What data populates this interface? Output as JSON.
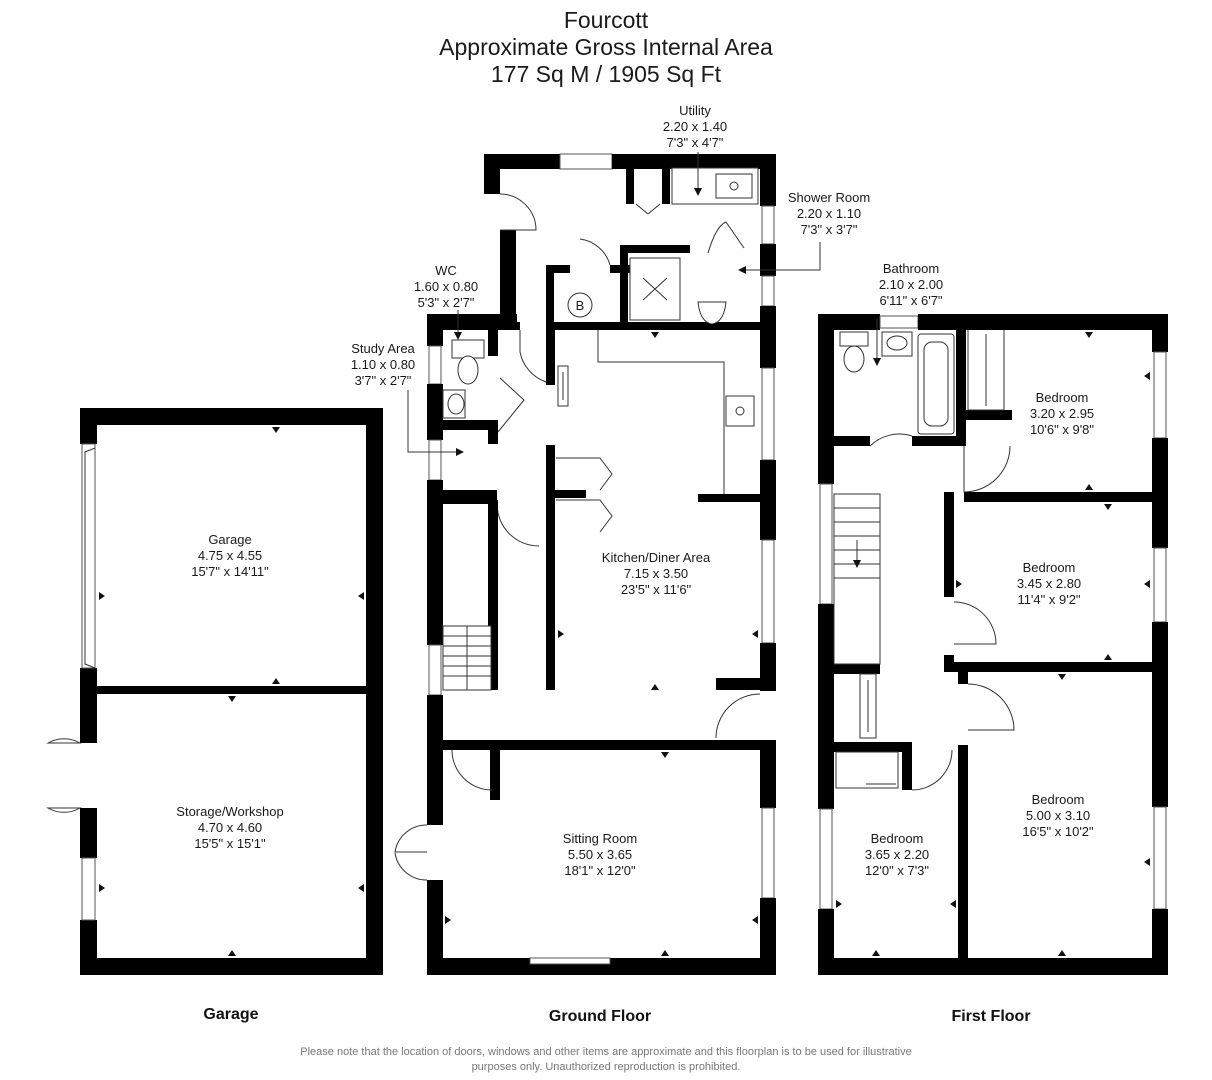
{
  "title": {
    "line1": "Fourcott",
    "line2": "Approximate Gross Internal Area",
    "line3": "177 Sq M / 1905 Sq Ft"
  },
  "rooms": {
    "garage": {
      "name": "Garage",
      "metric": "4.75 x 4.55",
      "imperial": "15'7\" x 14'11\""
    },
    "storage": {
      "name": "Storage/Workshop",
      "metric": "4.70 x 4.60",
      "imperial": "15'5\" x 15'1\""
    },
    "utility": {
      "name": "Utility",
      "metric": "2.20 x 1.40",
      "imperial": "7'3\" x 4'7\""
    },
    "shower": {
      "name": "Shower Room",
      "metric": "2.20 x 1.10",
      "imperial": "7'3\" x 3'7\""
    },
    "wc": {
      "name": "WC",
      "metric": "1.60 x 0.80",
      "imperial": "5'3\" x 2'7\""
    },
    "study": {
      "name": "Study Area",
      "metric": "1.10 x 0.80",
      "imperial": "3'7\" x 2'7\""
    },
    "kitchen": {
      "name": "Kitchen/Diner Area",
      "metric": "7.15 x 3.50",
      "imperial": "23'5\" x 11'6\""
    },
    "sitting": {
      "name": "Sitting Room",
      "metric": "5.50 x 3.65",
      "imperial": "18'1\" x 12'0\""
    },
    "bathroom": {
      "name": "Bathroom",
      "metric": "2.10 x 2.00",
      "imperial": "6'11\" x 6'7\""
    },
    "bed1": {
      "name": "Bedroom",
      "metric": "3.20 x 2.95",
      "imperial": "10'6\" x 9'8\""
    },
    "bed2": {
      "name": "Bedroom",
      "metric": "3.45 x 2.80",
      "imperial": "11'4\" x 9'2\""
    },
    "bed3": {
      "name": "Bedroom",
      "metric": "5.00 x 3.10",
      "imperial": "16'5\" x 10'2\""
    },
    "bed4": {
      "name": "Bedroom",
      "metric": "3.65 x 2.20",
      "imperial": "12'0\" x 7'3\""
    }
  },
  "boiler_label": "B",
  "floors": {
    "garage": "Garage",
    "ground": "Ground Floor",
    "first": "First Floor"
  },
  "disclaimer": {
    "line1": "Please note that the location of doors, windows and other items are approximate and this floorplan is to be used for illustrative",
    "line2": "purposes only. Unauthorized reproduction is prohibited."
  },
  "colors": {
    "wall": "#000000",
    "text": "#1a1a1a",
    "note": "#777777"
  }
}
